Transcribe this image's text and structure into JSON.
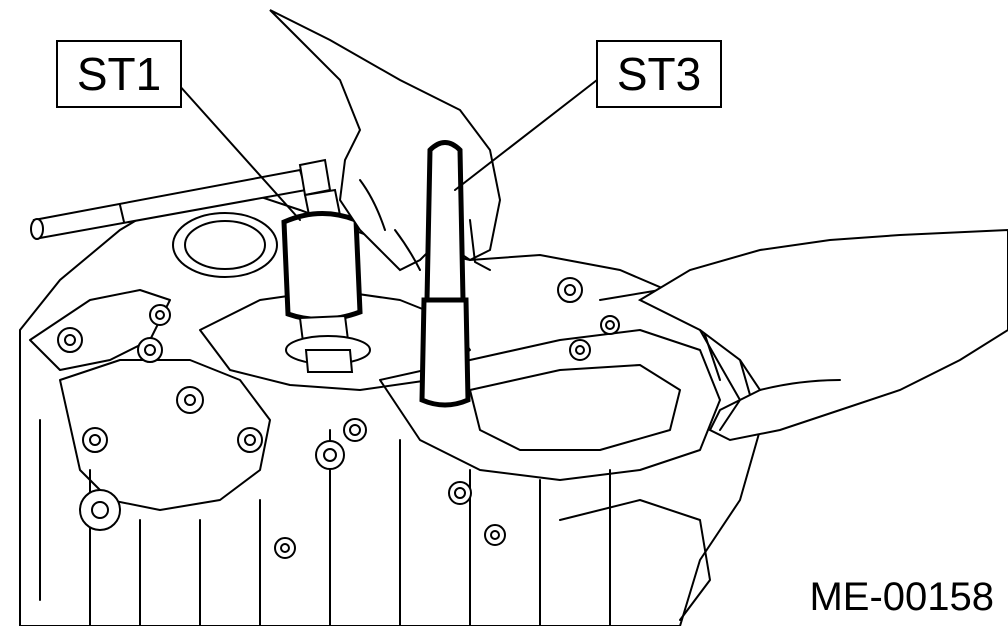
{
  "labels": {
    "st1": "ST1",
    "st3": "ST3"
  },
  "figure_code": "ME-00158",
  "colors": {
    "ink": "#000000",
    "paper": "#ffffff"
  }
}
